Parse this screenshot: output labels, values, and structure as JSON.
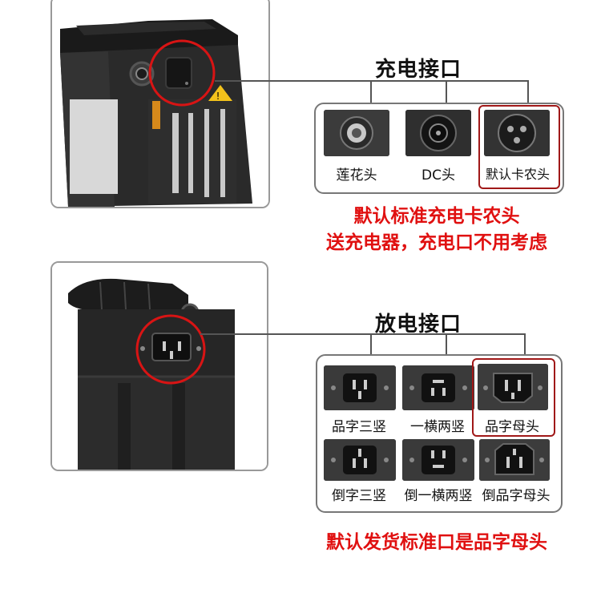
{
  "charge_section": {
    "title": "充电接口",
    "options": [
      {
        "label": "莲花头",
        "icon": "rca-jack-icon"
      },
      {
        "label": "DC头",
        "icon": "dc-jack-icon"
      },
      {
        "label": "默认卡农头",
        "icon": "xlr-jack-icon"
      }
    ],
    "note_line1": "默认标准充电卡农头",
    "note_line2": "送充电器，充电口不用考虑"
  },
  "discharge_section": {
    "title": "放电接口",
    "options": [
      {
        "label": "品字三竖",
        "icon": "iec-socket-three-vertical-icon"
      },
      {
        "label": "一横两竖",
        "icon": "iec-socket-one-horizontal-two-vertical-icon"
      },
      {
        "label": "品字母头",
        "icon": "iec-c13-female-icon"
      },
      {
        "label": "倒字三竖",
        "icon": "iec-socket-inverted-three-vertical-icon"
      },
      {
        "label": "倒一横两竖",
        "icon": "iec-socket-inverted-one-horizontal-icon"
      },
      {
        "label": "倒品字母头",
        "icon": "iec-c13-inverted-female-icon"
      }
    ],
    "note": "默认发货标准口是品字母头"
  },
  "colors": {
    "highlight": "#e01010",
    "box_border": "#a01818"
  }
}
